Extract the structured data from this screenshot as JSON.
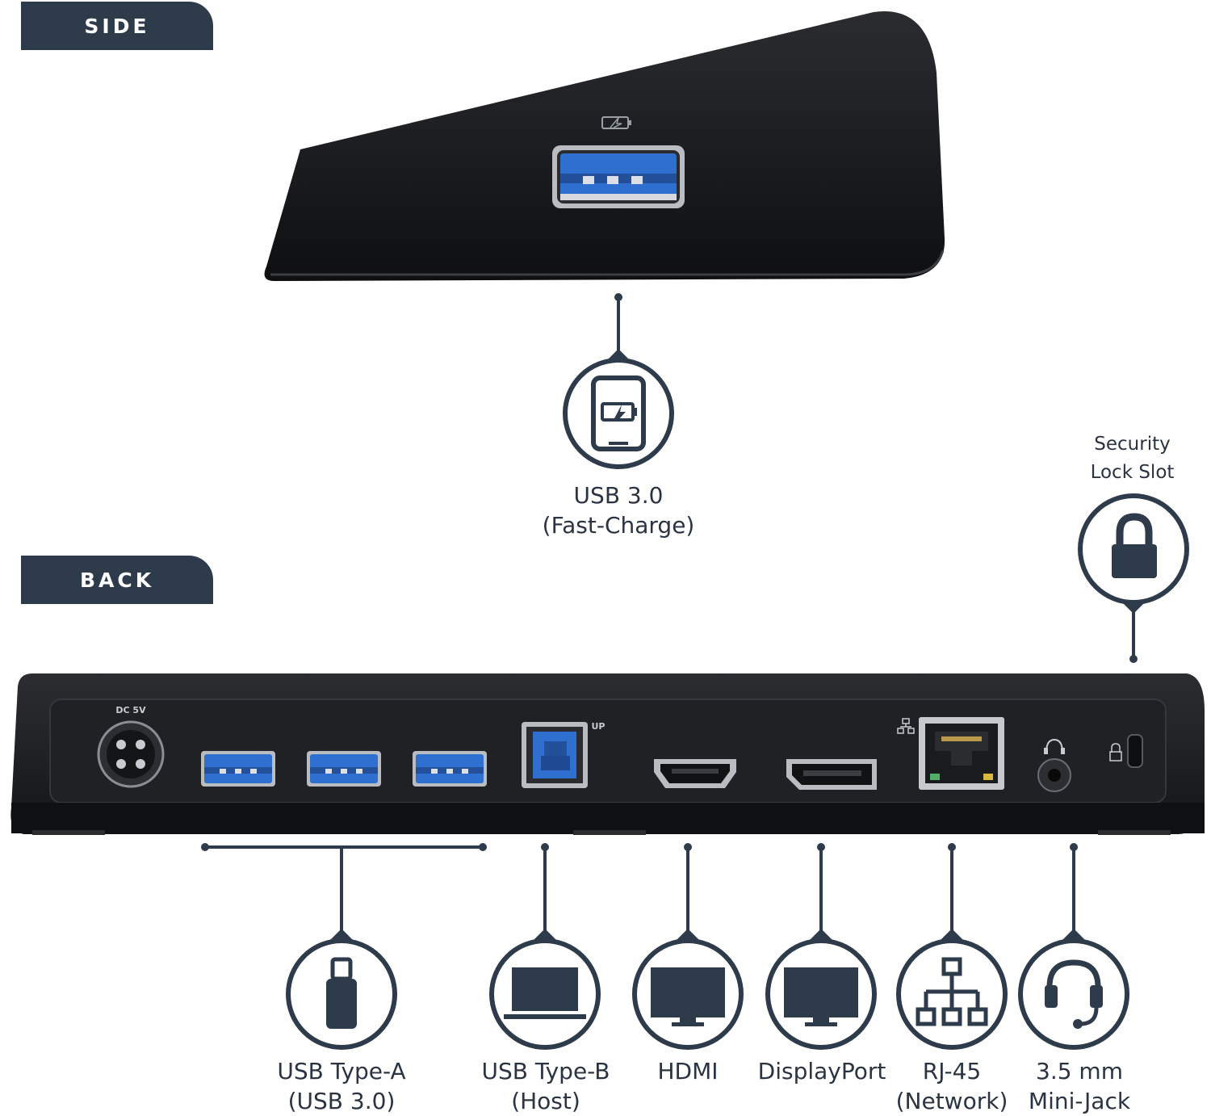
{
  "sections": {
    "side": "SIDE",
    "back": "BACK"
  },
  "device_markings": {
    "dc": "DC 5V",
    "up": "UP"
  },
  "callouts": {
    "usb30_fast_charge": {
      "line1": "USB 3.0",
      "line2": "(Fast-Charge)",
      "icon": "tablet-charging-icon"
    },
    "security_lock": {
      "line1": "Security",
      "line2": "Lock Slot",
      "icon": "padlock-icon"
    },
    "usb_type_a": {
      "line1": "USB Type-A",
      "line2": "(USB 3.0)",
      "icon": "usb-flash-drive-icon"
    },
    "usb_type_b": {
      "line1": "USB Type-B",
      "line2": "(Host)",
      "icon": "laptop-icon"
    },
    "hdmi": {
      "line1": "HDMI",
      "icon": "monitor-icon"
    },
    "displayport": {
      "line1": "DisplayPort",
      "icon": "monitor-icon"
    },
    "rj45": {
      "line1": "RJ-45",
      "line2": "(Network)",
      "icon": "network-tree-icon"
    },
    "mini_jack": {
      "line1": "3.5 mm",
      "line2": "Mini-Jack",
      "icon": "headset-icon"
    }
  },
  "colors": {
    "tag_bg": "#2e3b4b",
    "text": "#2a3442",
    "device": "#1c1e21",
    "usb_blue": "#2f6fd0"
  }
}
